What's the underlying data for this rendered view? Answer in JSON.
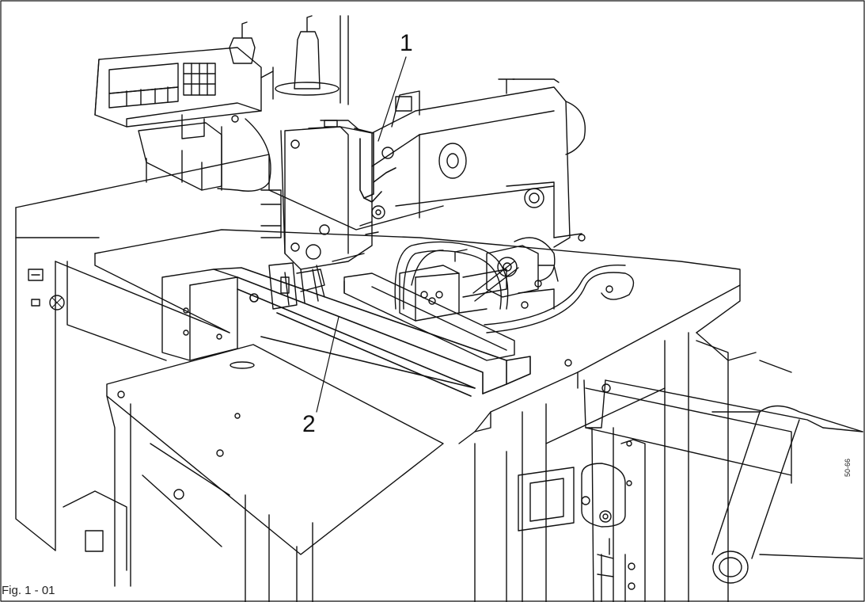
{
  "figure": {
    "caption": "Fig. 1 - 01",
    "drawing_code": "50-66",
    "callouts": [
      {
        "id": "1",
        "text": "1"
      },
      {
        "id": "2",
        "text": "2"
      }
    ]
  }
}
